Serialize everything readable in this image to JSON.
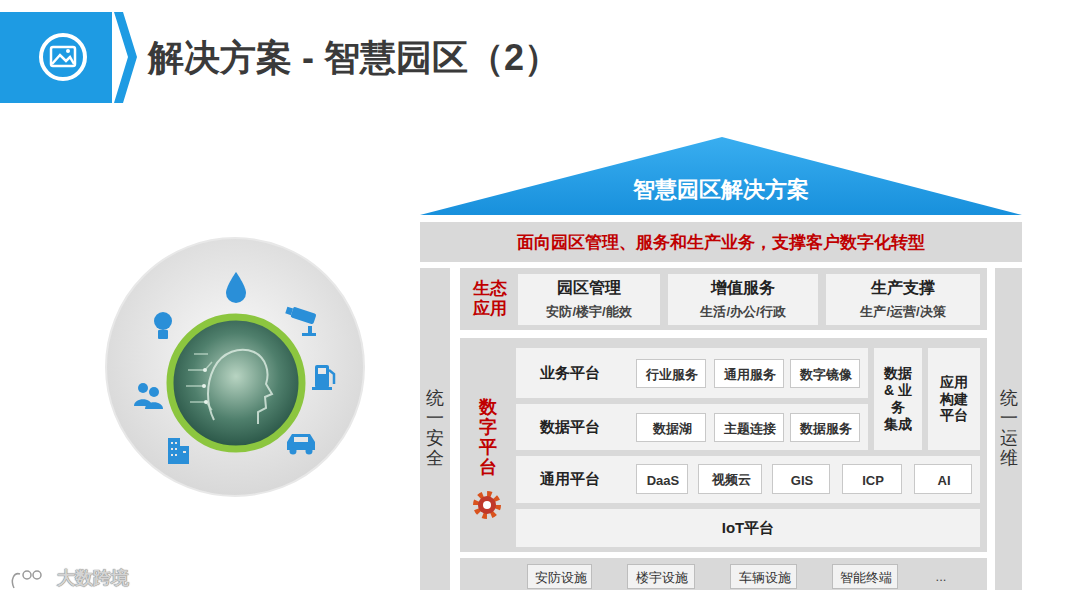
{
  "diagram": {
    "title": "解决方案 - 智慧园区（2）",
    "nodes": [
      {
        "text": [
          "智慧园区解决方案"
        ]
      },
      {
        "text": [
          "面向园区管理、服务和生产业务，支撑客户数字化转型"
        ]
      },
      {
        "text": [
          "统一安全"
        ]
      },
      {
        "text": [
          "生态 应用"
        ]
      },
      {
        "text": [
          "园区管理",
          "安防/楼宇/能效"
        ],
        "in": 3
      },
      {
        "text": [
          "增值服务",
          "生活/办公/行政"
        ],
        "in": 3
      },
      {
        "text": [
          "生产支撑",
          "生产/运营/决策"
        ],
        "in": 3
      },
      {
        "text": [
          "数字平台"
        ]
      },
      {
        "text": [
          "业务平台"
        ],
        "in": 7
      },
      {
        "text": [
          "行业服务"
        ],
        "in": 8
      },
      {
        "text": [
          "通用服务"
        ],
        "in": 8
      },
      {
        "text": [
          "数字镜像"
        ],
        "in": 8
      },
      {
        "text": [
          "数据平台"
        ],
        "in": 7
      },
      {
        "text": [
          "数据湖"
        ],
        "in": 12
      },
      {
        "text": [
          "主题连接"
        ],
        "in": 12
      },
      {
        "text": [
          "数据服务"
        ],
        "in": 12
      },
      {
        "text": [
          "通用平台"
        ],
        "in": 7
      },
      {
        "text": [
          "DaaS"
        ],
        "in": 16
      },
      {
        "text": [
          "视频云"
        ],
        "in": 16
      },
      {
        "text": [
          "GIS"
        ],
        "in": 16
      },
      {
        "text": [
          "ICP"
        ],
        "in": 16
      },
      {
        "text": [
          "AI"
        ],
        "in": 16
      },
      {
        "text": [
          "IoT平台"
        ],
        "in": 7
      },
      {
        "text": [
          "数据 & 业务 集成"
        ],
        "in": 7
      },
      {
        "text": [
          "应用 构建 平台"
        ],
        "in": 7
      },
      {
        "text": [
          "统一运维"
        ]
      },
      {
        "text": [
          "安防设施"
        ]
      },
      {
        "text": [
          "楼宇设施"
        ]
      },
      {
        "text": [
          "车辆设施"
        ]
      },
      {
        "text": [
          "智能终端"
        ]
      }
    ],
    "labels": [
      "...",
      "大数跨境"
    ]
  }
}
